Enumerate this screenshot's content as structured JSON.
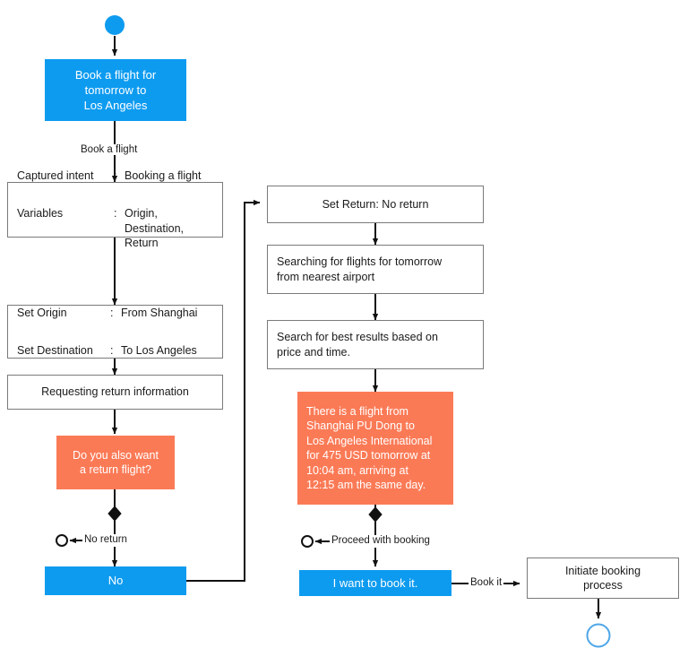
{
  "diagram": {
    "title": "Flight booking conversational flow",
    "colors": {
      "user_message": "#0d9bf0",
      "bot_message": "#fb7a56",
      "system_box_border": "#7a7a7a",
      "system_box_fill": "#ffffff",
      "connector": "#111111",
      "end_node_stroke": "#4da6e8"
    }
  },
  "nodes": {
    "start": {
      "name": "start-node",
      "shape": "filled-circle",
      "color": "#0d9bf0"
    },
    "user_request": {
      "text": "Book a flight for\ntomorrow to\nLos Angeles",
      "type": "user-message"
    },
    "captured": {
      "type": "system-box",
      "rows": [
        {
          "key": "Captured intent",
          "sep": ":",
          "value": "Booking a flight"
        },
        {
          "key": "Variables",
          "sep": ":",
          "value": "Origin, Destination,\nReturn"
        }
      ]
    },
    "set_origin_destination": {
      "type": "system-box",
      "rows": [
        {
          "key": "Set Origin",
          "sep": ":",
          "value": "From Shanghai"
        },
        {
          "key": "Set Destination",
          "sep": ":",
          "value": "To Los Angeles"
        }
      ]
    },
    "requesting_return": {
      "text": "Requesting return information",
      "type": "system-box"
    },
    "return_question": {
      "text": "Do you also want\na return flight?",
      "type": "bot-message"
    },
    "no_answer": {
      "text": "No",
      "type": "user-message"
    },
    "set_return": {
      "text": "Set Return:   No return",
      "type": "system-box"
    },
    "searching": {
      "text": "Searching for flights for tomorrow\nfrom nearest airport",
      "type": "system-box"
    },
    "best_results": {
      "text": "Search for best results based on\nprice and time.",
      "type": "system-box"
    },
    "flight_offer": {
      "text": "There is a flight from\nShanghai PU Dong to\nLos Angeles International\nfor 475 USD tomorrow at\n10:04 am, arriving at\n12:15 am the same day.",
      "type": "bot-message"
    },
    "book_it": {
      "text": "I want to book it.",
      "type": "user-message"
    },
    "initiate_booking": {
      "text": "Initiate booking\nprocess",
      "type": "system-box"
    },
    "end": {
      "name": "end-node",
      "shape": "open-circle",
      "color": "#4da6e8"
    }
  },
  "edge_labels": {
    "book_a_flight": "Book a flight",
    "no_return": "No return",
    "proceed_with_booking": "Proceed with booking",
    "book_it": "Book it"
  }
}
